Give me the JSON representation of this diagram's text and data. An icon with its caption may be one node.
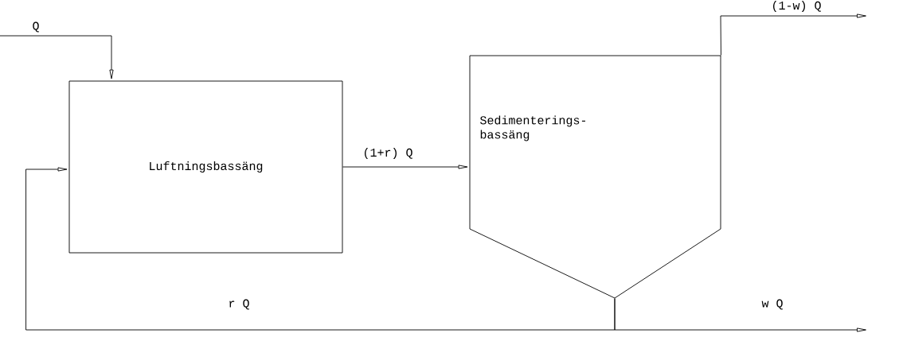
{
  "diagram": {
    "nodes": [
      {
        "text": [
          "Luftningsbassäng"
        ]
      },
      {
        "text": [
          "Sedimenterings- bassäng"
        ]
      }
    ],
    "edges": [
      {
        "from": null,
        "to": 0,
        "arrow": "to",
        "label": "Q"
      },
      {
        "from": 0,
        "to": 1,
        "arrow": "to",
        "label": "(1+r) Q"
      },
      {
        "from": 1,
        "to": null,
        "arrow": "to",
        "label": "(1-w) Q"
      },
      {
        "from": 1,
        "to": null,
        "arrow": "to",
        "label": "w Q"
      },
      {
        "from": 1,
        "to": 0,
        "arrow": "to",
        "label": "r Q"
      }
    ]
  }
}
